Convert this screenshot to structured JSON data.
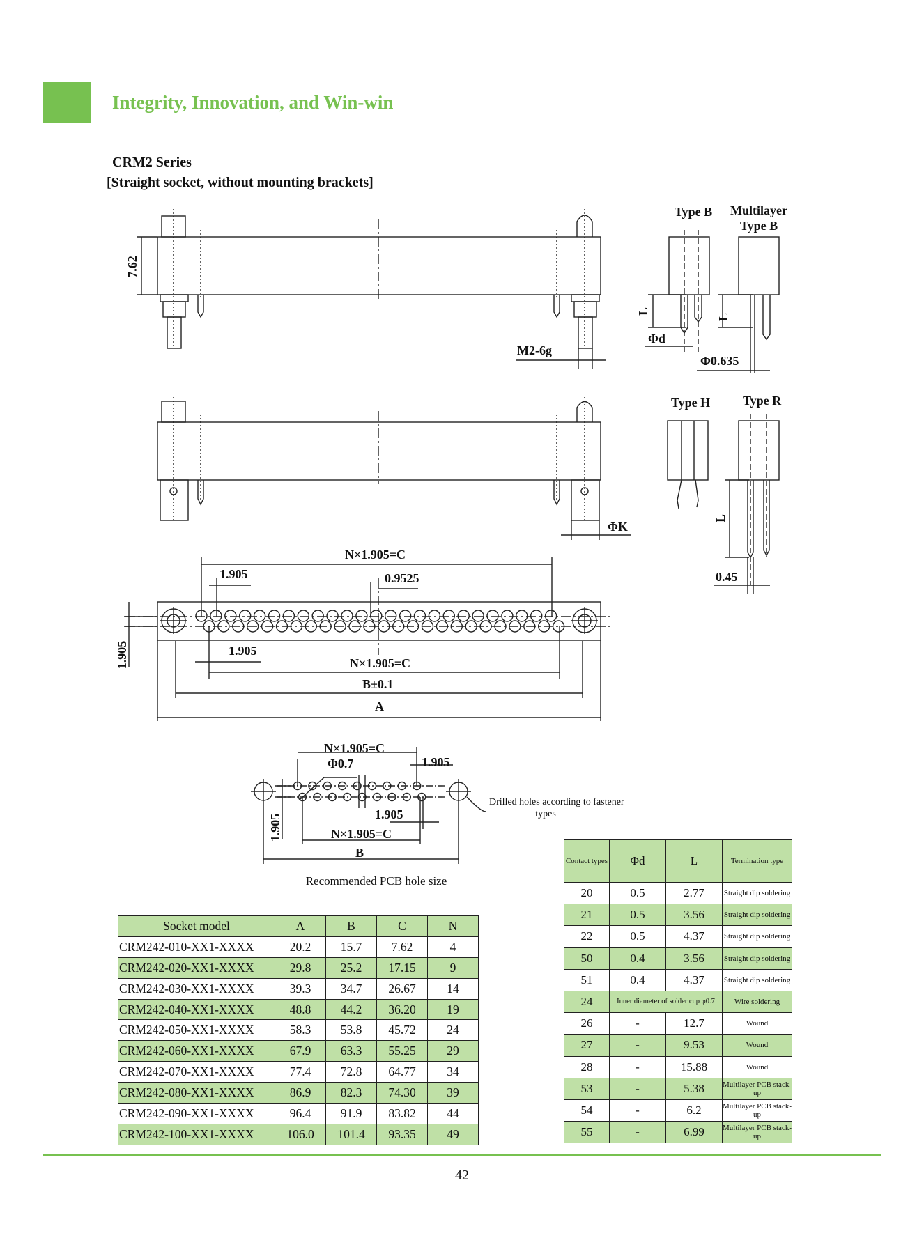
{
  "header": {
    "brand": "Integrity, Innovation, and Win-win"
  },
  "product": {
    "series": "CRM2 Series",
    "subtitle": "[Straight socket, without mounting brackets]"
  },
  "drawing": {
    "dim_height": "7.62",
    "thread": "M2-6g",
    "type_b": "Type B",
    "multilayer_type_b_1": "Multilayer",
    "multilayer_type_b_2": "Type B",
    "dim_L": "L",
    "dim_d": "Φd",
    "dim_0635": "Φ0.635",
    "type_h": "Type H",
    "type_r": "Type R",
    "dim_k": "ΦK",
    "dim_045": "0.45",
    "dim_nc_top": "N×1.905=C",
    "dim_1905_a": "1.905",
    "dim_09525": "0.9525",
    "dim_1905_side": "1.905",
    "dim_1905_b": "1.905",
    "dim_nc_bottom": "N×1.905=C",
    "dim_b": "B±0.1",
    "dim_a": "A",
    "pcb_nc_top": "N×1.905=C",
    "pcb_07": "Φ0.7",
    "pcb_1905_a": "1.905",
    "pcb_1905_b": "1.905",
    "pcb_1905_side": "1.905",
    "pcb_nc_bottom": "N×1.905=C",
    "pcb_b": "B",
    "drilled_note_1": "Drilled holes according to fastener",
    "drilled_note_2": "types",
    "pcb_caption": "Recommended PCB hole size"
  },
  "socket_table": {
    "headers": [
      "Socket model",
      "A",
      "B",
      "C",
      "N"
    ],
    "rows": [
      [
        "CRM242-010-XX1-XXXX",
        "20.2",
        "15.7",
        "7.62",
        "4"
      ],
      [
        "CRM242-020-XX1-XXXX",
        "29.8",
        "25.2",
        "17.15",
        "9"
      ],
      [
        "CRM242-030-XX1-XXXX",
        "39.3",
        "34.7",
        "26.67",
        "14"
      ],
      [
        "CRM242-040-XX1-XXXX",
        "48.8",
        "44.2",
        "36.20",
        "19"
      ],
      [
        "CRM242-050-XX1-XXXX",
        "58.3",
        "53.8",
        "45.72",
        "24"
      ],
      [
        "CRM242-060-XX1-XXXX",
        "67.9",
        "63.3",
        "55.25",
        "29"
      ],
      [
        "CRM242-070-XX1-XXXX",
        "77.4",
        "72.8",
        "64.77",
        "34"
      ],
      [
        "CRM242-080-XX1-XXXX",
        "86.9",
        "82.3",
        "74.30",
        "39"
      ],
      [
        "CRM242-090-XX1-XXXX",
        "96.4",
        "91.9",
        "83.82",
        "44"
      ],
      [
        "CRM242-100-XX1-XXXX",
        "106.0",
        "101.4",
        "93.35",
        "49"
      ]
    ]
  },
  "contact_table": {
    "headers": [
      "Contact types",
      "Φd",
      "L",
      "Termination type"
    ],
    "rows": [
      [
        "20",
        "0.5",
        "2.77",
        "Straight dip soldering"
      ],
      [
        "21",
        "0.5",
        "3.56",
        "Straight dip soldering"
      ],
      [
        "22",
        "0.5",
        "4.37",
        "Straight dip soldering"
      ],
      [
        "50",
        "0.4",
        "3.56",
        "Straight dip soldering"
      ],
      [
        "51",
        "0.4",
        "4.37",
        "Straight dip soldering"
      ],
      [
        "24",
        "Inner diameter of solder cup φ0.7",
        "",
        "Wire soldering"
      ],
      [
        "26",
        "-",
        "12.7",
        "Wound"
      ],
      [
        "27",
        "-",
        "9.53",
        "Wound"
      ],
      [
        "28",
        "-",
        "15.88",
        "Wound"
      ],
      [
        "53",
        "-",
        "5.38",
        "Multilayer PCB stack-up"
      ],
      [
        "54",
        "-",
        "6.2",
        "Multilayer PCB stack-up"
      ],
      [
        "55",
        "-",
        "6.99",
        "Multilayer PCB stack-up"
      ]
    ]
  },
  "footer": {
    "page_number": "42"
  }
}
